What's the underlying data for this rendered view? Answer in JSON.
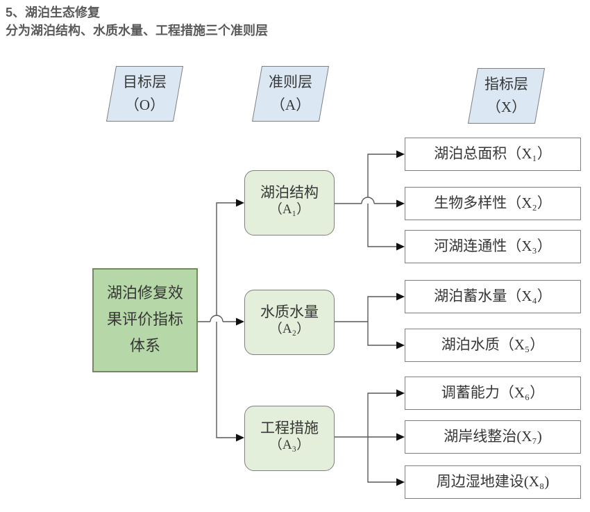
{
  "page": {
    "title": "5、湖泊生态修复",
    "subtitle": "分为湖泊结构、水质水量、工程措施三个准则层"
  },
  "colors": {
    "title-text": "#595959",
    "layer-fill": "#dbe8f4",
    "goal-fill": "#b6d7a8",
    "goal-border": "#74895f",
    "criteria-fill": "#e3efda",
    "indicator-fill": "#ffffff",
    "box-border": "#7f7f7f",
    "line": "#595959",
    "arrow": "#111111",
    "text": "#363636"
  },
  "diagram": {
    "layer_labels": [
      {
        "title": "目标层",
        "code": "（O）"
      },
      {
        "title": "准则层",
        "code": "（A）"
      },
      {
        "title": "指标层",
        "code": "（X）"
      }
    ],
    "goal": {
      "line1": "湖泊修复效",
      "line2": "果评价指标",
      "line3": "体系"
    },
    "criteria": [
      {
        "name": "湖泊结构",
        "code": "（A₁）"
      },
      {
        "name": "水质水量",
        "code": "（A₂）"
      },
      {
        "name": "工程措施",
        "code": "（A₃）"
      }
    ],
    "indicators": [
      {
        "label": "湖泊总面积（X₁）"
      },
      {
        "label": "生物多样性（X₂）"
      },
      {
        "label": "河湖连通性（X₃）"
      },
      {
        "label": "湖泊蓄水量（X₄）"
      },
      {
        "label": "湖泊水质（X₅）"
      },
      {
        "label": "调蓄能力（X₆）"
      },
      {
        "label": "湖岸线整治(X₇)"
      },
      {
        "label": "周边湿地建设(X₈)"
      }
    ]
  }
}
